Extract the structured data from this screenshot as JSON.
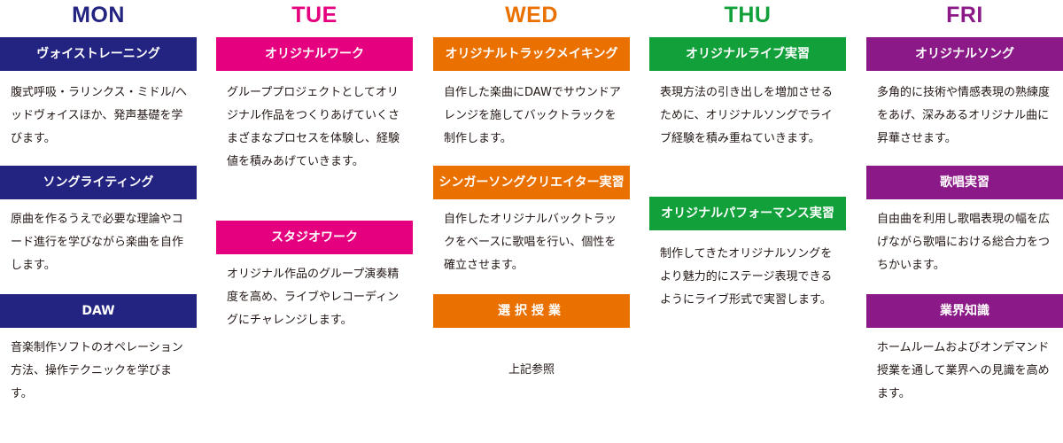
{
  "colors": {
    "mon": "#232382",
    "tue": "#e4007f",
    "wed": "#ea7000",
    "thu": "#12a03a",
    "fri": "#8b1987",
    "text": "#231815"
  },
  "days": {
    "mon": {
      "label": "MON",
      "blocks": [
        {
          "title": "ヴォイストレーニング",
          "desc": "腹式呼吸・ラリンクス・ミドル/ヘッドヴォイスほか、発声基礎を学びます。"
        },
        {
          "title": "ソングライティング",
          "desc": "原曲を作るうえで必要な理論やコード進行を学びながら楽曲を自作します。"
        },
        {
          "title": "DAW",
          "desc": "音楽制作ソフトのオペレーション方法、操作テクニックを学びます。"
        }
      ]
    },
    "tue": {
      "label": "TUE",
      "blocks": [
        {
          "title": "オリジナルワーク",
          "desc": "グループプロジェクトとしてオリジナル作品をつくりあげていくさまざまなプロセスを体験し、経験値を積みあげていきます。"
        },
        {
          "title": "スタジオワーク",
          "desc": "オリジナル作品のグループ演奏精度を高め、ライブやレコーディングにチャレンジします。"
        }
      ]
    },
    "wed": {
      "label": "WED",
      "blocks": [
        {
          "title": "オリジナルトラックメイキング",
          "desc": "自作した楽曲にDAWでサウンドアレンジを施してバックトラックを制作します。"
        },
        {
          "title": "シンガーソングクリエイター実習",
          "desc": "自作したオリジナルバックトラックをベースに歌唱を行い、個性を確立させます。"
        },
        {
          "title": "選択授業",
          "desc": "上記参照"
        }
      ]
    },
    "thu": {
      "label": "THU",
      "blocks": [
        {
          "title": "オリジナルライブ実習",
          "desc": "表現方法の引き出しを増加させるために、オリジナルソングでライブ経験を積み重ねていきます。"
        },
        {
          "title": "オリジナルパフォーマンス実習",
          "desc": "制作してきたオリジナルソングをより魅力的にステージ表現できるようにライブ形式で実習します。"
        }
      ]
    },
    "fri": {
      "label": "FRI",
      "blocks": [
        {
          "title": "オリジナルソング",
          "desc": "多角的に技術や情感表現の熟練度をあげ、深みあるオリジナル曲に昇華させます。"
        },
        {
          "title": "歌唱実習",
          "desc": "自由曲を利用し歌唱表現の幅を広げながら歌唱における総合力をつちかいます。"
        },
        {
          "title": "業界知識",
          "desc": "ホームルームおよびオンデマンド授業を通して業界への見識を高めます。"
        }
      ]
    }
  }
}
